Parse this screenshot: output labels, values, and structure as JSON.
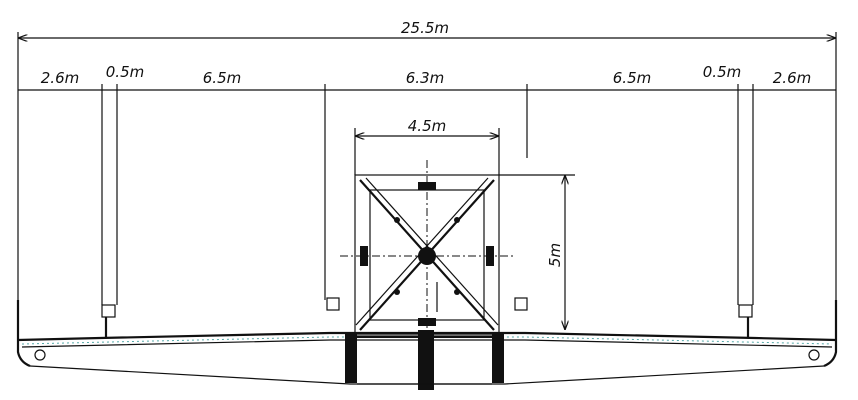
{
  "drawing": {
    "total_width": "25.5m",
    "segments": [
      "2.6m",
      "0.5m",
      "6.5m",
      "6.3m",
      "6.5m",
      "0.5m",
      "2.6m"
    ],
    "tower_width": "4.5m",
    "tower_height": "5m"
  },
  "colors": {
    "line": "#111111",
    "deck_hatch": "#55aaaa",
    "background": "#ffffff"
  }
}
